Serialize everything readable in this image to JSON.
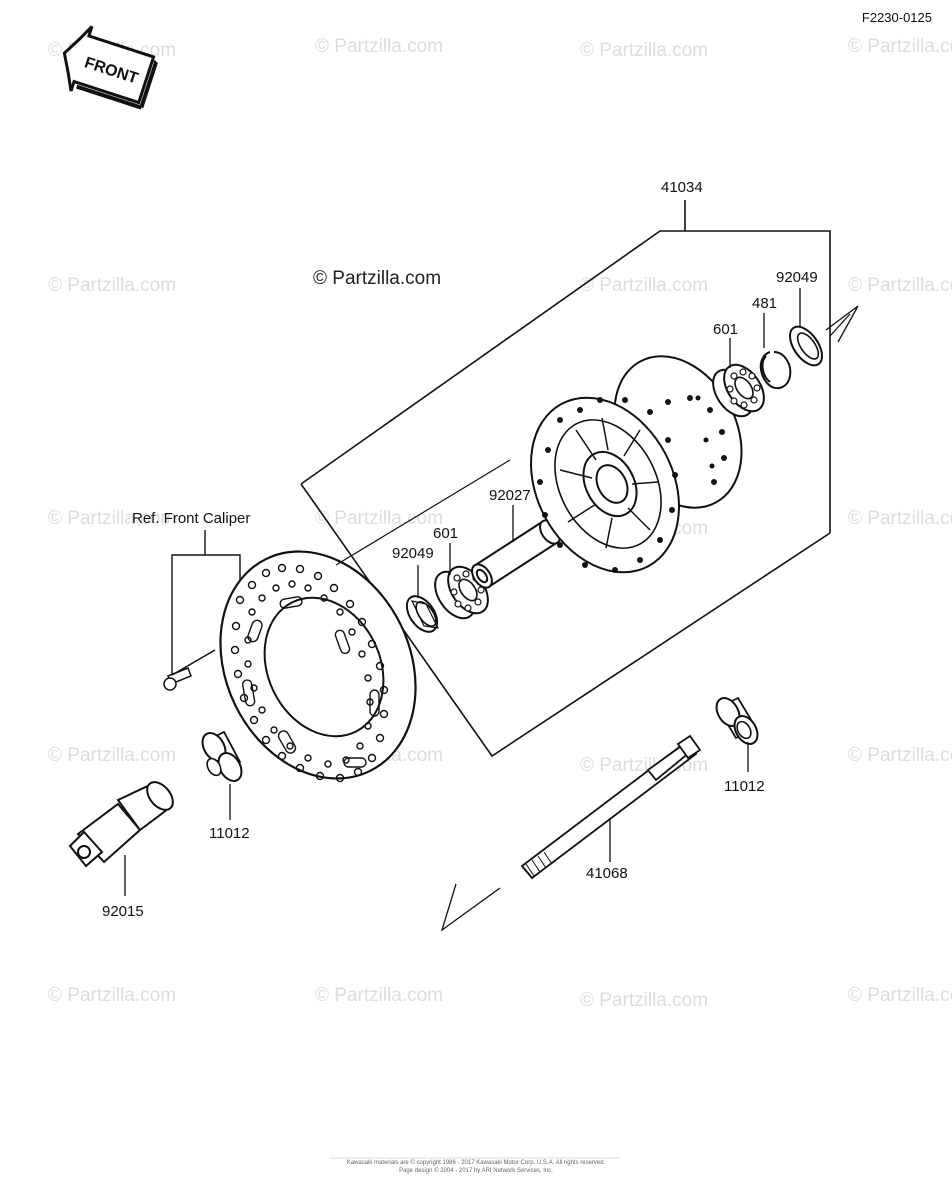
{
  "diagram_code": "F2230-0125",
  "front_label": "FRONT",
  "copyright_main": "© Partzilla.com",
  "watermark_text": "© Partzilla.com",
  "ref_caliper": "Ref. Front Caliper",
  "callouts": {
    "hub_assembly": "41034",
    "seal_right": "92049",
    "circlip": "481",
    "bearing_right": "601",
    "spacer": "92027",
    "bearing_left": "601",
    "seal_left": "92049",
    "collar_left": "11012",
    "collar_right": "11012",
    "axle": "41068",
    "axle_nut": "92015"
  },
  "footer_line1": "Kawasaki materials are © copyright 1986 - 2017 Kawasaki Motor Corp. U.S.A. All rights reserved.",
  "footer_line2": "Page design © 2004 - 2017 by ARI Network Services, Inc."
}
